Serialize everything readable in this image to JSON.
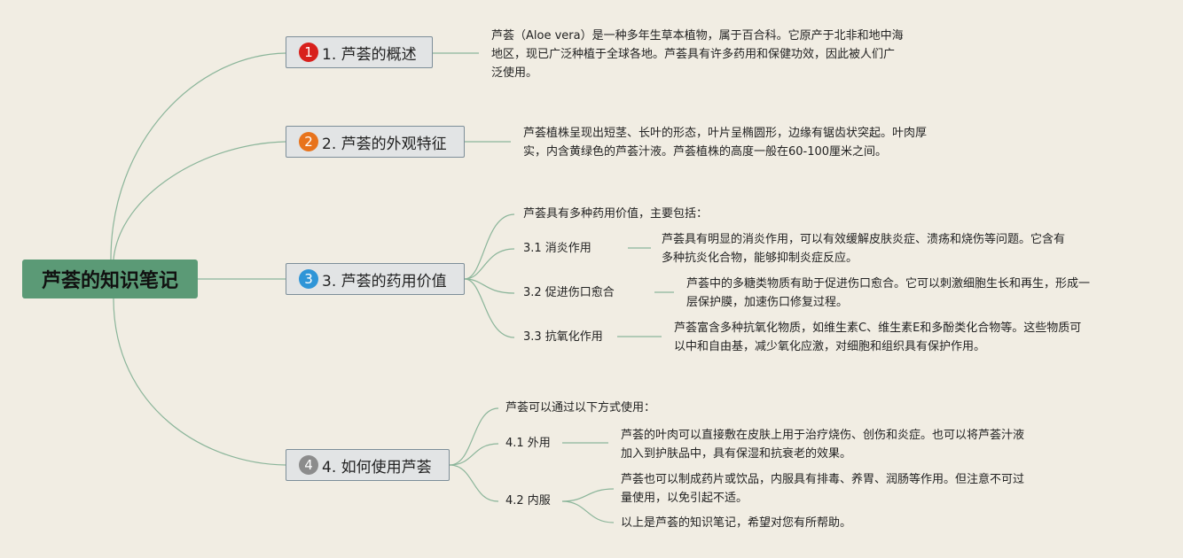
{
  "root": {
    "title": "芦荟的知识笔记"
  },
  "colors": {
    "root_bg": "#5b9a76",
    "line": "#8bb59a",
    "badge1": "#d8201c",
    "badge2": "#e8731c",
    "badge3": "#2f95d7",
    "badge4": "#8c8c8c"
  },
  "branches": [
    {
      "num": "1",
      "label": "1. 芦荟的概述",
      "text": [
        "芦荟（Aloe vera）是一种多年生草本植物，属于百合科。它原产于北非和地中海",
        "地区，现已广泛种植于全球各地。芦荟具有许多药用和保健功效，因此被人们广",
        "泛使用。"
      ]
    },
    {
      "num": "2",
      "label": "2. 芦荟的外观特征",
      "text": [
        "芦荟植株呈现出短茎、长叶的形态，叶片呈椭圆形，边缘有锯齿状突起。叶肉厚",
        "实，内含黄绿色的芦荟汁液。芦荟植株的高度一般在60-100厘米之间。"
      ]
    },
    {
      "num": "3",
      "label": "3. 芦荟的药用价值",
      "intro": "芦荟具有多种药用价值，主要包括：",
      "subs": [
        {
          "label": "3.1 消炎作用",
          "text": [
            "芦荟具有明显的消炎作用，可以有效缓解皮肤炎症、溃疡和烧伤等问题。它含有",
            "多种抗炎化合物，能够抑制炎症反应。"
          ]
        },
        {
          "label": "3.2 促进伤口愈合",
          "text": [
            "芦荟中的多糖类物质有助于促进伤口愈合。它可以刺激细胞生长和再生，形成一",
            "层保护膜，加速伤口修复过程。"
          ]
        },
        {
          "label": "3.3 抗氧化作用",
          "text": [
            "芦荟富含多种抗氧化物质，如维生素C、维生素E和多酚类化合物等。这些物质可",
            "以中和自由基，减少氧化应激，对细胞和组织具有保护作用。"
          ]
        }
      ]
    },
    {
      "num": "4",
      "label": "4. 如何使用芦荟",
      "intro": "芦荟可以通过以下方式使用：",
      "subs": [
        {
          "label": "4.1 外用",
          "text": [
            "芦荟的叶肉可以直接敷在皮肤上用于治疗烧伤、创伤和炎症。也可以将芦荟汁液",
            "加入到护肤品中，具有保湿和抗衰老的效果。"
          ]
        },
        {
          "label": "4.2 内服",
          "text": [
            "芦荟也可以制成药片或饮品，内服具有排毒、养胃、润肠等作用。但注意不可过",
            "量使用，以免引起不适。"
          ],
          "extra": "以上是芦荟的知识笔记，希望对您有所帮助。"
        }
      ]
    }
  ]
}
